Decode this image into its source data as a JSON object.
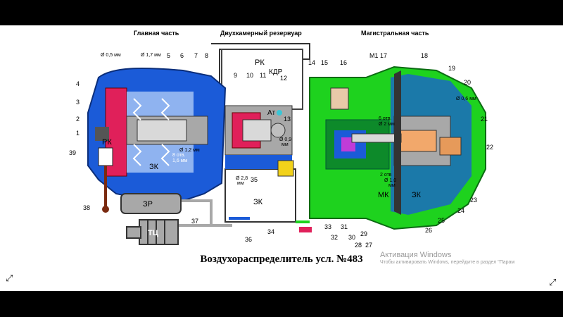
{
  "diagram": {
    "title": "Воздухораспределитель усл. №483",
    "sections": {
      "main_part": "Главная часть",
      "reservoir": "Двухкамерный резервуар",
      "trunk_part": "Магистральная часть"
    },
    "chambers": {
      "rk_left": "РК",
      "zk_left": "ЗК",
      "zr": "ЗР",
      "tc": "ТЦ",
      "rk_top": "РК",
      "kdr": "КДР",
      "at": "Ат",
      "zk_res": "ЗК",
      "mk": "МК",
      "zk_right": "ЗК"
    },
    "dims": {
      "d05": "Ø 0,5 мм",
      "d17": "Ø 1,7 мм",
      "d12": "Ø 1,2 мм",
      "holes8": "8 отв.",
      "d16": "1,6 мм",
      "d28a": "Ø 2,8",
      "d28b": "мм",
      "d09": "Ø 0,9",
      "d09b": "мм",
      "holes6": "6 отв.",
      "d2": "Ø 2 мм",
      "holes2": "2 отв",
      "d1": "Ø 1,0",
      "d1b": "мм",
      "d06": "Ø 0,6 мм"
    },
    "callouts": [
      "1",
      "2",
      "3",
      "4",
      "5",
      "6",
      "7",
      "8",
      "9",
      "10",
      "11",
      "12",
      "13",
      "14",
      "15",
      "16",
      "17",
      "18",
      "19",
      "20",
      "21",
      "22",
      "23",
      "24",
      "25",
      "26",
      "27",
      "28",
      "29",
      "30",
      "31",
      "32",
      "33",
      "34",
      "35",
      "36",
      "37",
      "38",
      "39",
      "М1"
    ],
    "colors": {
      "blue": "#1b5bd8",
      "green": "#1ed21e",
      "darkgreen": "#0d8a2a",
      "gray": "#a8a8a8",
      "red": "#e0205a",
      "yellow": "#f2d21a"
    }
  },
  "watermark": {
    "line1": "Активация Windows",
    "line2": "Чтобы активировать Windows, перейдите в раздел \"Парам"
  },
  "player": {
    "expand_icon": "expand-icon",
    "fullscreen_icon": "fullscreen-icon"
  }
}
